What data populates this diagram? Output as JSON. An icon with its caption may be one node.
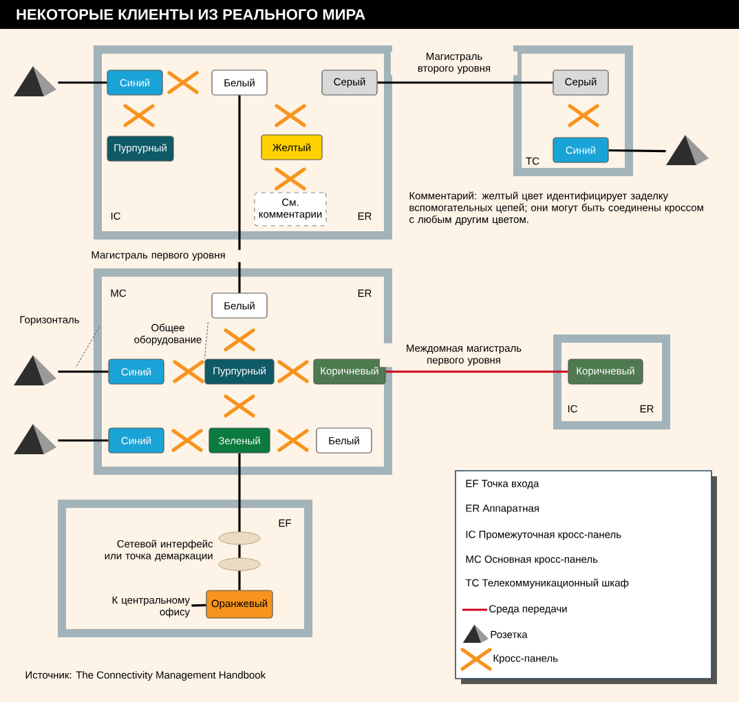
{
  "diagram": {
    "title": "НЕКОТОРЫЕ КЛИЕНТЫ ИЗ РЕАЛЬНОГО МИРА",
    "caption": "Источник: The Connectivity Management Handbook",
    "nodes": [
      {
        "text": [
          "IC",
          "ER"
        ]
      },
      {
        "text": [
          "Синий"
        ],
        "in": 0
      },
      {
        "text": [
          "Белый"
        ],
        "in": 0
      },
      {
        "text": [
          "Серый"
        ],
        "in": 0
      },
      {
        "text": [
          "Пурпурный"
        ],
        "in": 0
      },
      {
        "text": [
          "Желтый"
        ],
        "in": 0
      },
      {
        "text": [
          "См. комментарии"
        ],
        "in": 0
      },
      {
        "text": [],
        "shape": "pyramid"
      },
      {
        "text": [
          "TC"
        ]
      },
      {
        "text": [
          "Серый"
        ],
        "in": 8
      },
      {
        "text": [
          "Синий"
        ],
        "in": 8
      },
      {
        "text": [],
        "shape": "pyramid"
      },
      {
        "text": [
          "MC",
          "ER"
        ]
      },
      {
        "text": [
          "Белый"
        ],
        "in": 12
      },
      {
        "text": [
          "Синий"
        ],
        "in": 12
      },
      {
        "text": [
          "Пурпурный"
        ],
        "in": 12
      },
      {
        "text": [
          "Коричневый"
        ],
        "in": 12
      },
      {
        "text": [
          "Синий"
        ],
        "in": 12
      },
      {
        "text": [
          "Зеленый"
        ],
        "in": 12
      },
      {
        "text": [
          "Белый"
        ],
        "in": 12
      },
      {
        "text": [],
        "shape": "pyramid"
      },
      {
        "text": [],
        "shape": "pyramid"
      },
      {
        "text": [
          "IC",
          "ER"
        ]
      },
      {
        "text": [
          "Коричневый"
        ],
        "in": 22
      },
      {
        "text": [
          "EF"
        ]
      },
      {
        "text": [],
        "shape": "disc",
        "in": 24
      },
      {
        "text": [],
        "shape": "disc",
        "in": 24
      },
      {
        "text": [
          "Оранжевый"
        ],
        "in": 24
      },
      {
        "text": [
          "Горизонталь"
        ]
      },
      {
        "text": [
          "Общее оборудование"
        ],
        "in": 12
      },
      {
        "text": [
          "К центральному офису"
        ],
        "in": 24
      }
    ],
    "edges": [
      {
        "from": 7,
        "to": 1,
        "arrow": "none"
      },
      {
        "from": 3,
        "to": 9,
        "arrow": "none",
        "label": "Магистраль второго уровня"
      },
      {
        "from": 10,
        "to": 11,
        "arrow": "none"
      },
      {
        "from": 2,
        "to": 13,
        "arrow": "none",
        "label": "Магистраль первого уровня"
      },
      {
        "from": 20,
        "to": 14,
        "arrow": "none"
      },
      {
        "from": 21,
        "to": 17,
        "arrow": "none"
      },
      {
        "from": 16,
        "to": 23,
        "arrow": "none",
        "label": "Междомная магистраль первого уровня",
        "color": "#d0021b"
      },
      {
        "from": 18,
        "to": 25,
        "arrow": "none"
      },
      {
        "from": 25,
        "to": 26,
        "arrow": "none"
      },
      {
        "from": 26,
        "to": 27,
        "arrow": "none"
      },
      {
        "from": 30,
        "to": 27,
        "arrow": "none"
      },
      {
        "from": 28,
        "to": null,
        "arrow": "none",
        "style": "dashed",
        "color": "#777777"
      },
      {
        "from": 29,
        "to": 15,
        "arrow": "none",
        "style": "dashed",
        "color": "#777777"
      }
    ],
    "labels": [
      "Комментарий: желтый цвет идентифицирует заделку вспомогательных цепей; они могут быть соединены кроссом с любым другим цветом.",
      "Сетевой интерфейс или точка демаркации"
    ],
    "legend": [
      {
        "text": "EF Точка входа"
      },
      {
        "text": "ER Аппаратная"
      },
      {
        "text": "IC Промежуточная кросс-панель"
      },
      {
        "text": "MC Основная кросс-панель"
      },
      {
        "text": "TC Телекоммуникационный шкаф"
      },
      {
        "text": "Среда передачи"
      },
      {
        "text": "Розетка"
      },
      {
        "text": "Кросс-панель"
      }
    ]
  }
}
